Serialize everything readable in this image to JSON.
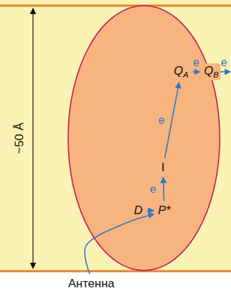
{
  "diagram": {
    "nodes": [
      {
        "text": [
          "QA"
        ]
      },
      {
        "text": [
          "QB"
        ]
      },
      {
        "text": [
          "I"
        ]
      },
      {
        "text": [
          "D"
        ]
      },
      {
        "text": [
          "P*"
        ]
      },
      {
        "text": [
          "Антенна"
        ]
      }
    ],
    "edges": [
      {
        "from": 3,
        "to": 4,
        "arrow": "to"
      },
      {
        "from": 5,
        "to": 4,
        "arrow": "to"
      },
      {
        "from": 4,
        "to": 2,
        "label": "e",
        "arrow": "to"
      },
      {
        "from": 2,
        "to": 0,
        "label": "e",
        "arrow": "to"
      },
      {
        "from": 0,
        "to": 1,
        "label": "e",
        "arrow": "to"
      }
    ],
    "labels": [
      "~50 Å",
      "e"
    ]
  }
}
